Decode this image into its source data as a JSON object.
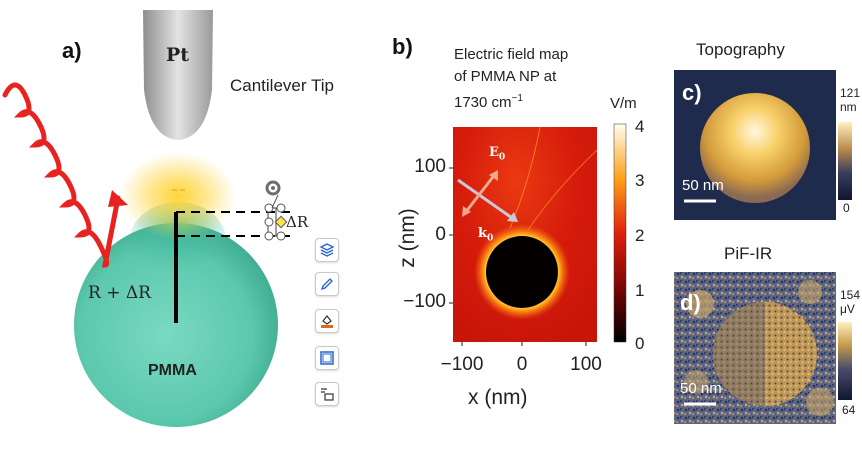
{
  "panel_a": {
    "label": "a)",
    "tip_label": "Pt",
    "cantilever_label": "Cantilever Tip",
    "delta_r_label": "ΔR",
    "radius_label": "R + ΔR",
    "sphere_label": "PMMA"
  },
  "panel_b": {
    "label": "b)",
    "title_line1": "Electric field map",
    "title_line2": "of PMMA  NP at",
    "title_line3": "1730 cm",
    "title_sup": "−1",
    "colorbar_unit": "V/m",
    "colorbar_ticks": [
      "4",
      "3",
      "2",
      "1",
      "0"
    ],
    "y_ticks": [
      "100",
      "0",
      "−100"
    ],
    "x_ticks": [
      "−100",
      "0",
      "100"
    ],
    "y_axis_label": "z (nm)",
    "x_axis_label": "x (nm)",
    "e_vector_label": "E",
    "e_vector_sub": "0",
    "k_vector_label": "k",
    "k_vector_sub": "0"
  },
  "panel_c": {
    "label": "c)",
    "title": "Topography",
    "scale_bar": "50 nm",
    "colorbar_max": "121",
    "colorbar_unit": "nm",
    "colorbar_min": "0"
  },
  "panel_d": {
    "label": "d)",
    "title": "PiF-IR",
    "scale_bar": "50 nm",
    "colorbar_max": "154",
    "colorbar_unit": "μV",
    "colorbar_min": "64"
  },
  "toolbar": {
    "icons": [
      "rotate-handle-icon",
      "layers-icon",
      "pen-icon",
      "fill-icon",
      "frame-icon",
      "alt-text-icon"
    ]
  },
  "colors": {
    "laser": "#e8231f",
    "sphere": "#5fcfb3",
    "field_red": "#d9190c",
    "topo_high": "#f4c14a",
    "topo_low": "#1a2748"
  }
}
